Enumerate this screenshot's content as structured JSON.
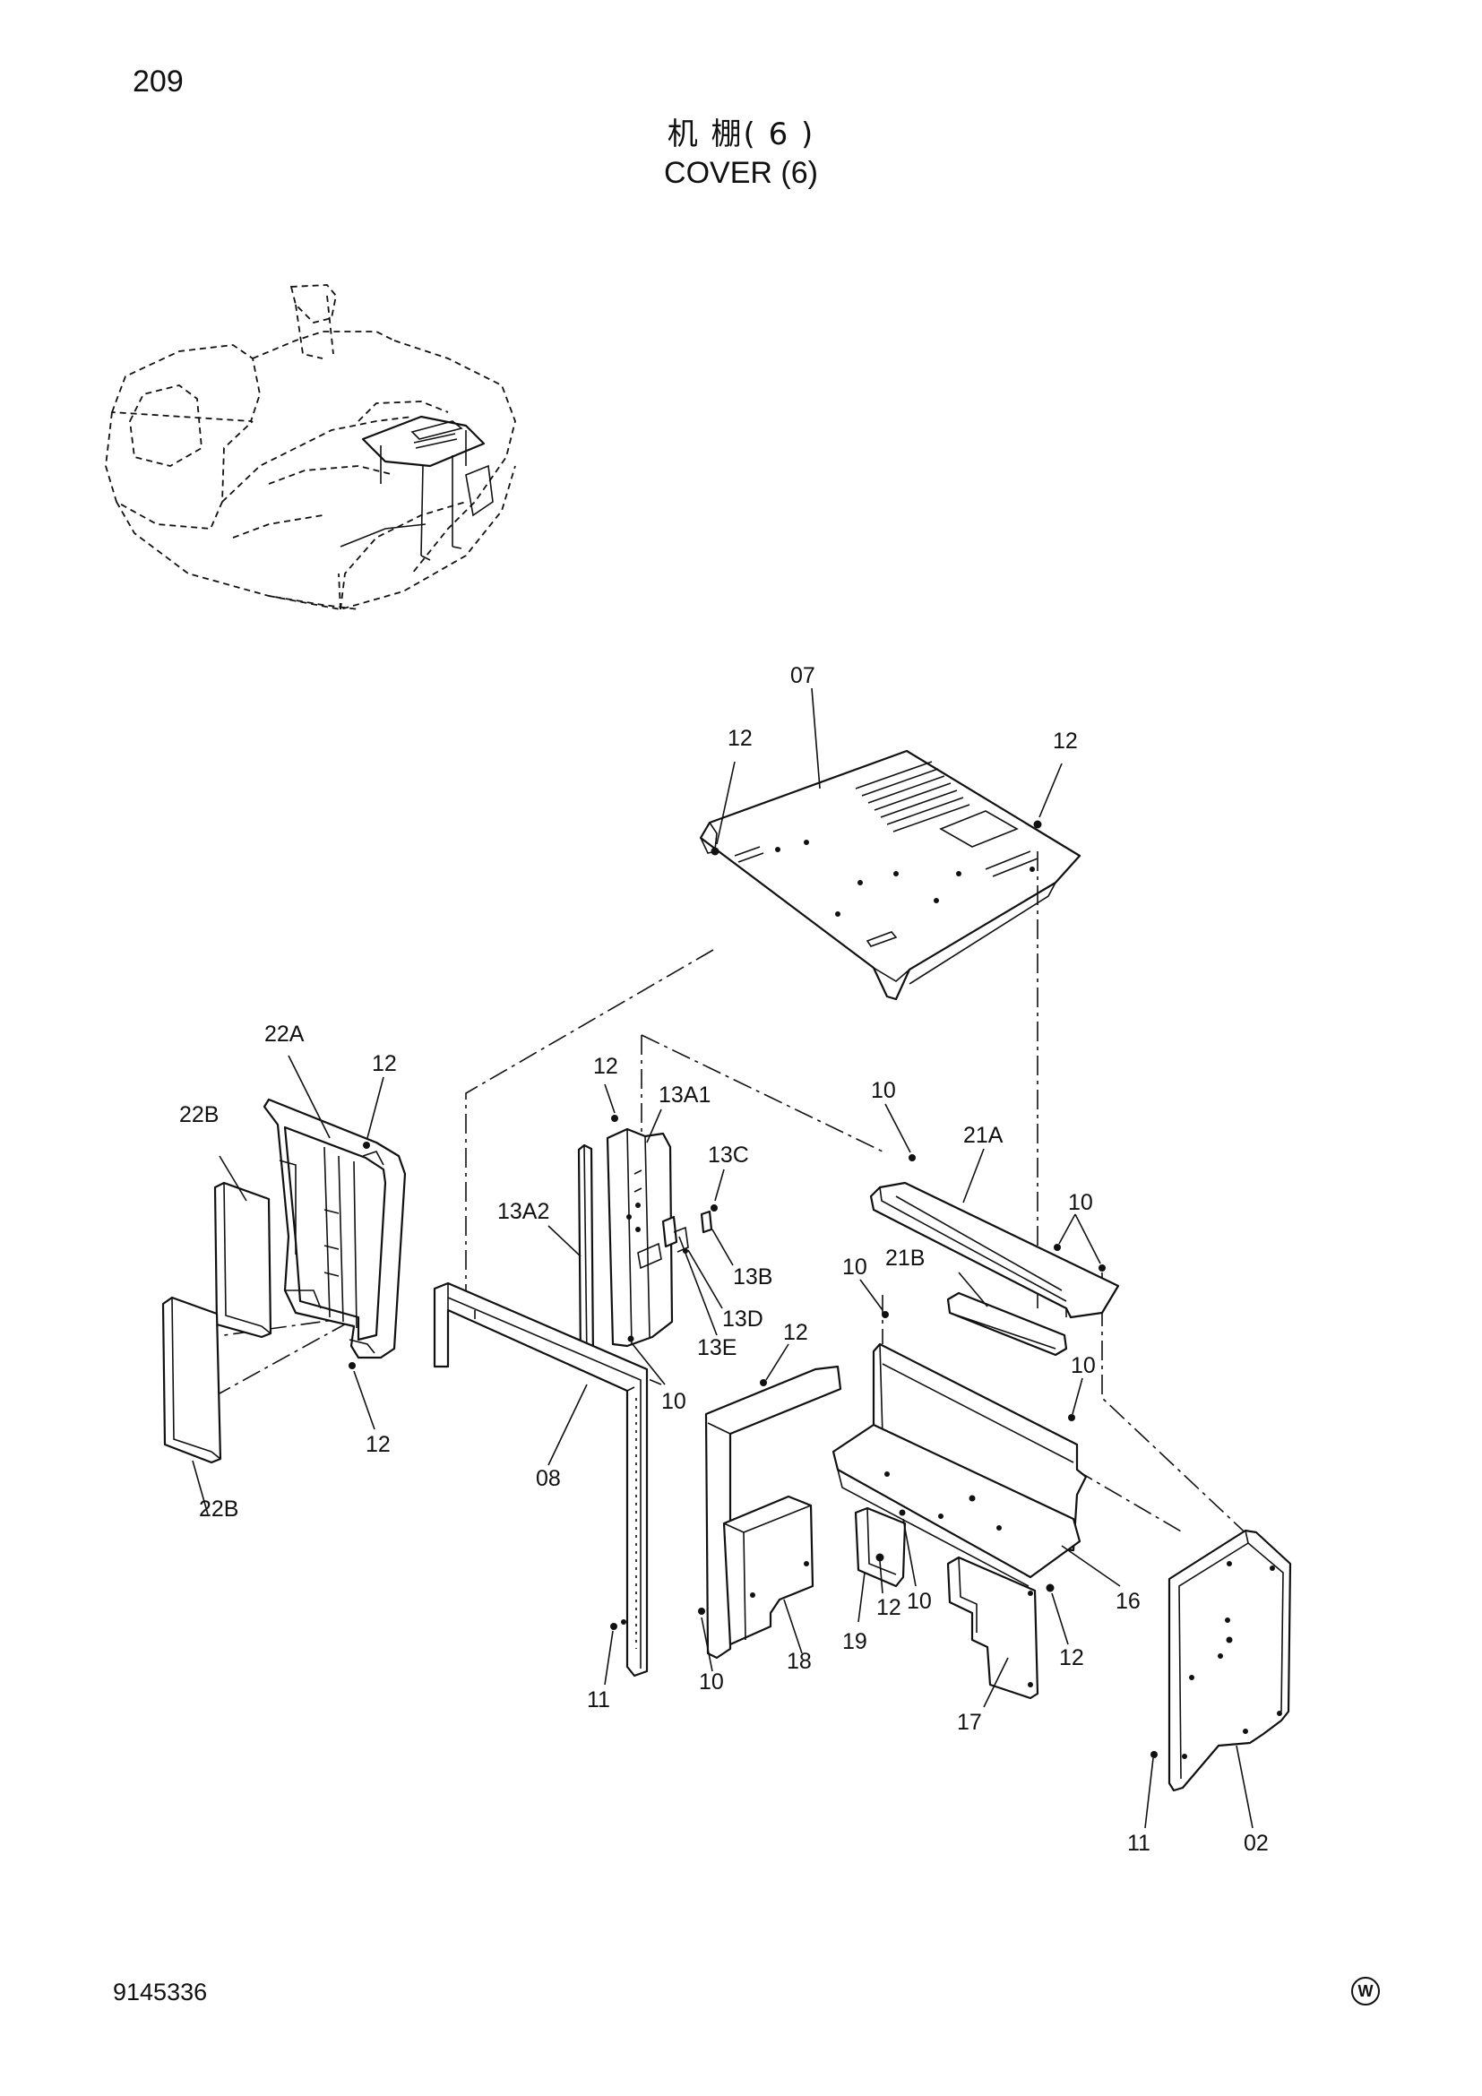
{
  "page_number": "209",
  "title_chinese": "机 棚( 6 )",
  "title_english": "COVER (6)",
  "document_number": "9145336",
  "mark": "W",
  "callouts": {
    "c07": "07",
    "c12_top_left": "12",
    "c12_top_right": "12",
    "c22A": "22A",
    "c12_frame_top": "12",
    "c22B_upper": "22B",
    "c22B_lower": "22B",
    "c12_frame_bottom": "12",
    "c12_panel_top": "12",
    "c13A1": "13A1",
    "c13A2": "13A2",
    "c13C": "13C",
    "c13B": "13B",
    "c13D": "13D",
    "c13E": "13E",
    "c10_panel": "10",
    "c08": "08",
    "c11_left": "11",
    "c10_top": "10",
    "c21A": "21A",
    "c10_right_upper": "10",
    "c21B": "21B",
    "c10_mid": "10",
    "c12_mid": "12",
    "c10_right_lower": "10",
    "c10_bottom_left": "10",
    "c10_bottom_mid": "10",
    "c12_bottom_mid": "12",
    "c18": "18",
    "c19": "19",
    "c16": "16",
    "c12_bottom_right": "12",
    "c17": "17",
    "c11_right": "11",
    "c02": "02"
  }
}
